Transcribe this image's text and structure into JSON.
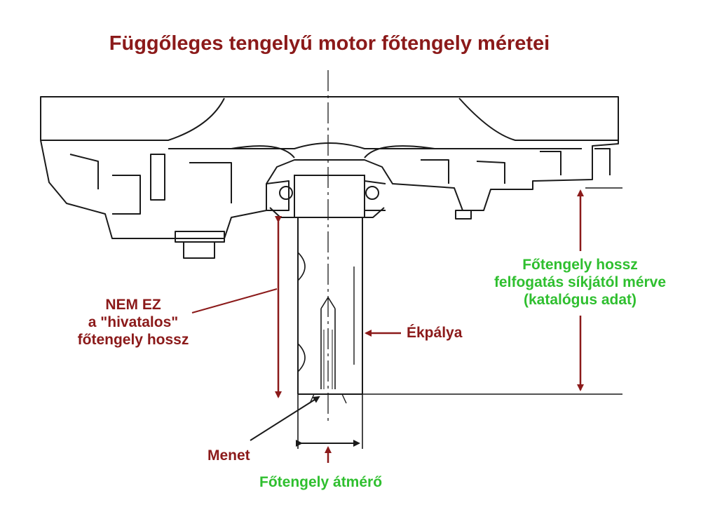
{
  "title": "Függőleges tengelyű motor főtengely méretei",
  "labels": {
    "not_official": [
      "NEM EZ",
      "a \"hivatalos\"",
      "főtengely hossz"
    ],
    "official_length": [
      "Főtengely hossz",
      "felfogatás síkjától mérve",
      "(katalógus adat)"
    ],
    "keyway": "Ékpálya",
    "thread": "Menet",
    "diameter": "Főtengely átmérő"
  },
  "colors": {
    "red": "#8b1a1a",
    "green": "#2fbf2f",
    "drawing": "#1a1a1a"
  }
}
